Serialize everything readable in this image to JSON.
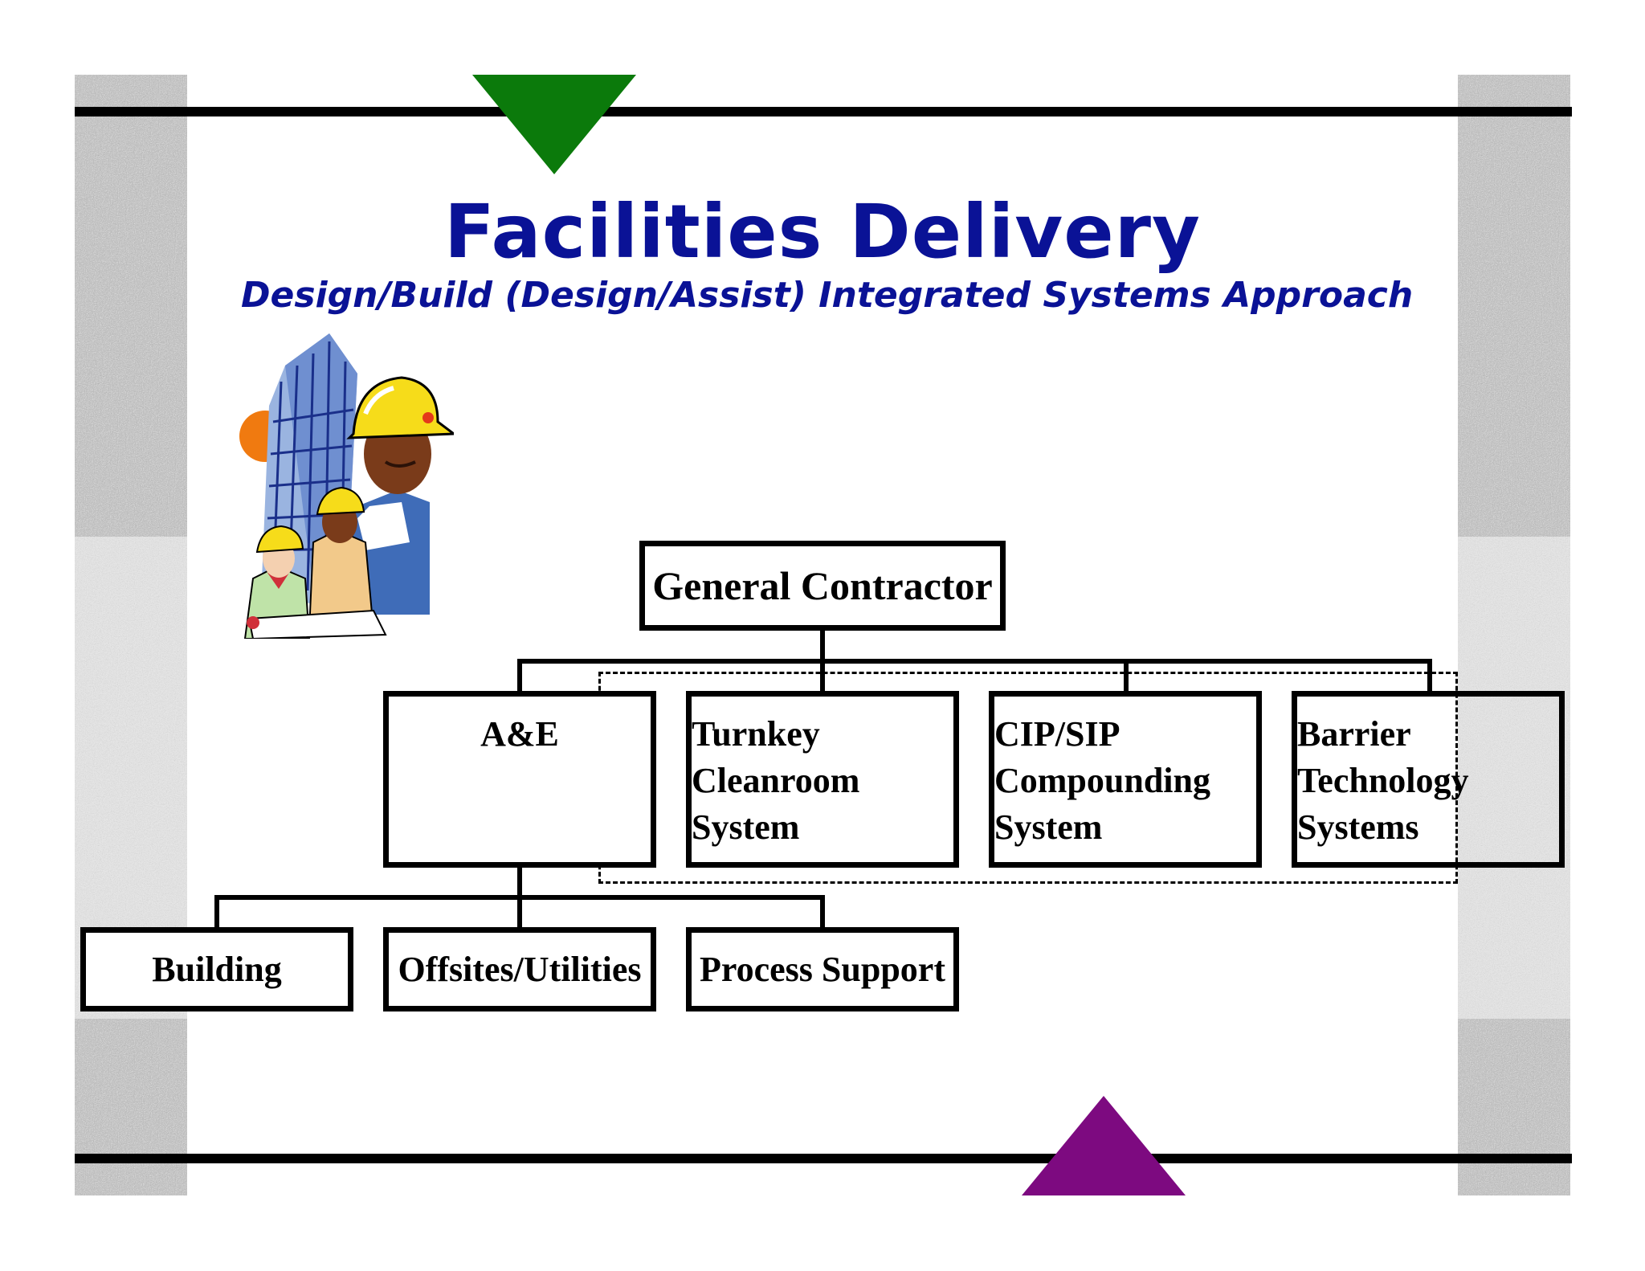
{
  "slide": {
    "title": "Facilities Delivery",
    "subtitle": "Design/Build (Design/Assist) Integrated Systems Approach"
  },
  "org_chart": {
    "root": "General Contractor",
    "level2": [
      {
        "lines": [
          "A&E"
        ]
      },
      {
        "lines": [
          "Turnkey",
          "Cleanroom",
          "System"
        ]
      },
      {
        "lines": [
          "CIP/SIP",
          "Compounding",
          "System"
        ]
      },
      {
        "lines": [
          "Barrier",
          "Technology",
          "Systems"
        ]
      }
    ],
    "level3": [
      "Building",
      "Offsites/Utilities",
      "Process Support"
    ]
  },
  "colors": {
    "title": "#0a1296",
    "top_triangle": "#0b7a0b",
    "bottom_triangle": "#7d0a80"
  },
  "illustration": {
    "icon": "construction-workers-building-icon"
  }
}
